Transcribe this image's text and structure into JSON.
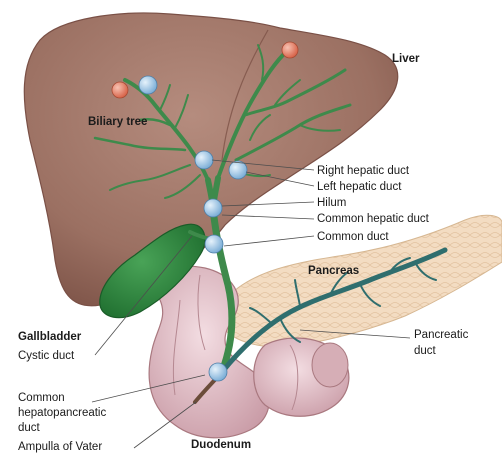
{
  "labels": {
    "liver": "Liver",
    "biliary_tree": "Biliary tree",
    "right_hepatic_duct": "Right hepatic duct",
    "left_hepatic_duct": "Left hepatic duct",
    "hilum": "Hilum",
    "common_hepatic_duct": "Common hepatic duct",
    "common_duct": "Common duct",
    "pancreas": "Pancreas",
    "gallbladder": "Gallbladder",
    "cystic_duct": "Cystic duct",
    "pancreatic_duct_line1": "Pancreatic",
    "pancreatic_duct_line2": "duct",
    "common_hp_duct_line1": "Common",
    "common_hp_duct_line2": "hepatopancreatic",
    "common_hp_duct_line3": "duct",
    "ampulla_of_vater": "Ampulla of Vater",
    "duodenum": "Duodenum"
  },
  "colors": {
    "liver": "#a07668",
    "liver_shadow": "#8a6154",
    "duct_green": "#3e8a4b",
    "gallbladder": "#2f8a3f",
    "pancreas": "#f2d9bd",
    "pancreatic_duct": "#2f6e6e",
    "duodenum": "#e3c3c9",
    "marker_blue": "#9ec7e8",
    "marker_red": "#e0806a"
  }
}
